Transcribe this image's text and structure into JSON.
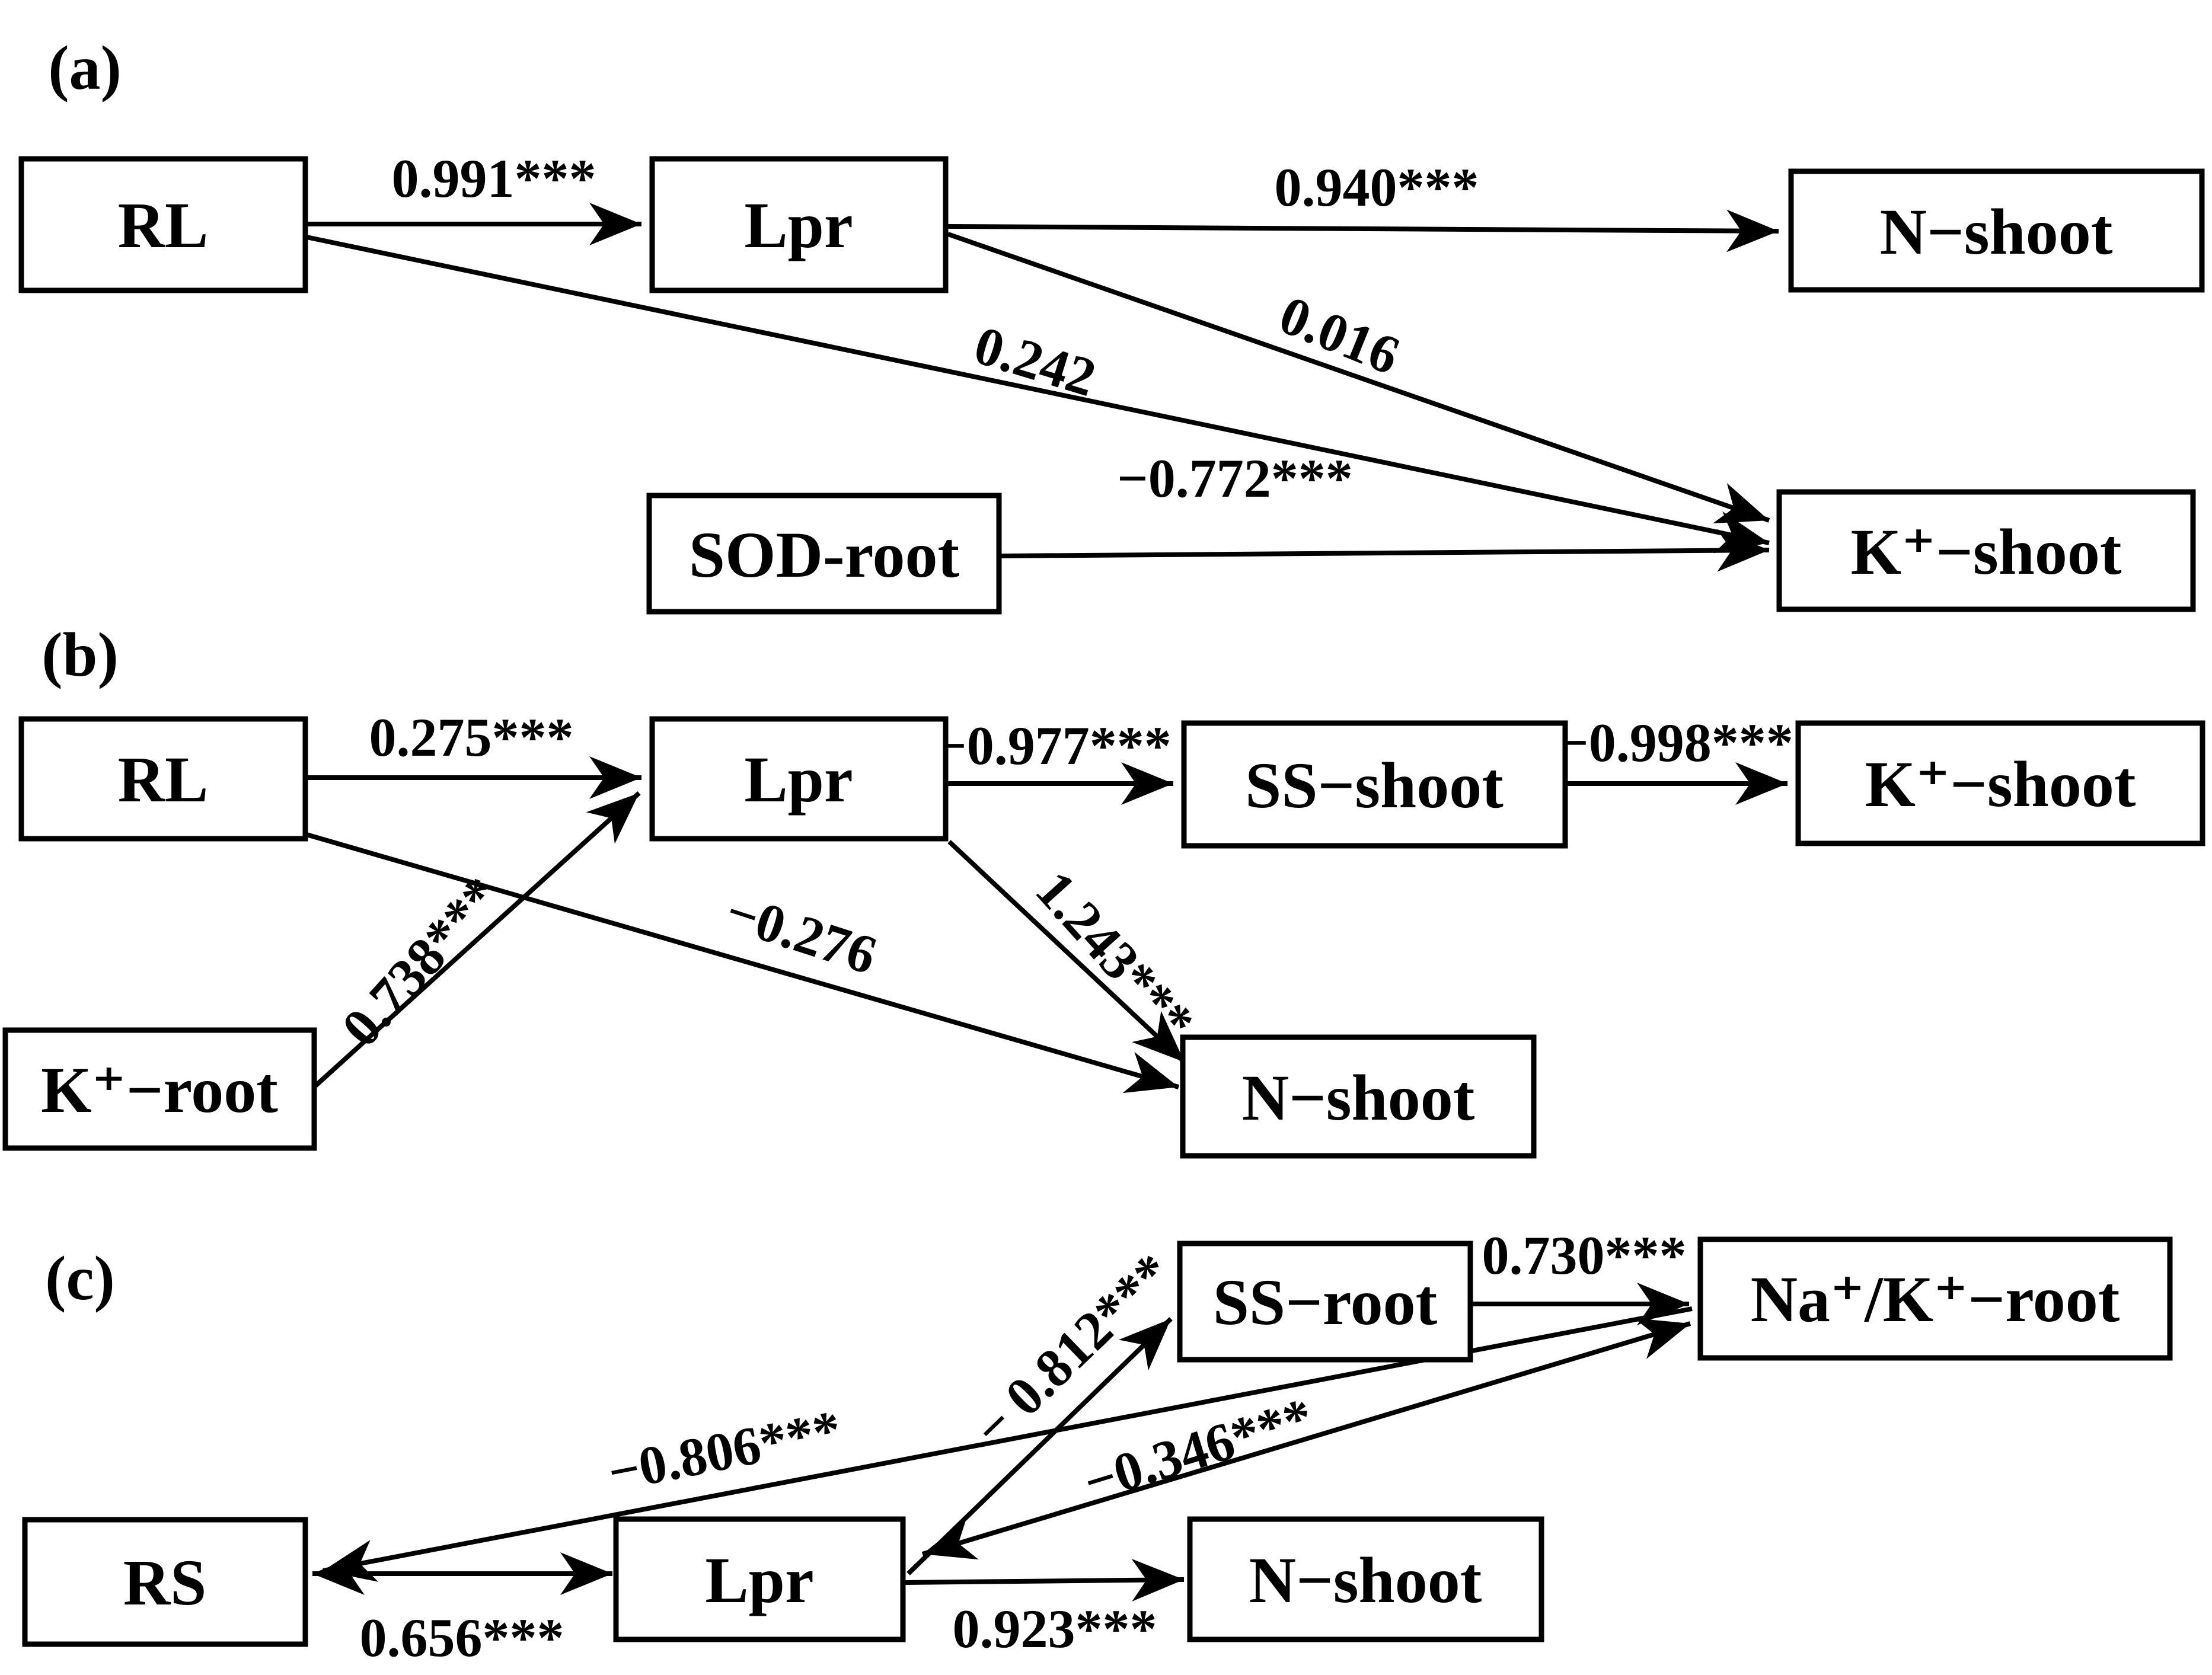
{
  "figure": {
    "background": "#ffffff",
    "line_color": "#000000",
    "type": "path-analysis-diagram"
  },
  "panels": {
    "a": {
      "label": "(a)",
      "nodes": {
        "rl": "RL",
        "lpr": "Lpr",
        "n_shoot": "N−shoot",
        "sod_root": "SOD-root",
        "k_shoot": "K⁺−shoot"
      },
      "edges": {
        "rl_to_lpr": "0.991***",
        "lpr_to_n_shoot": "0.940***",
        "lpr_to_k_shoot": "0.016",
        "rl_to_k_shoot": "0.242",
        "sod_root_to_k_shoot": "−0.772***"
      }
    },
    "b": {
      "label": "(b)",
      "nodes": {
        "rl": "RL",
        "lpr": "Lpr",
        "ss_shoot": "SS−shoot",
        "k_shoot": "K⁺−shoot",
        "k_root": "K⁺−root",
        "n_shoot": "N−shoot"
      },
      "edges": {
        "rl_to_lpr": "0.275***",
        "lpr_to_ss_shoot": "−0.977***",
        "ss_shoot_to_k_shoot": "−0.998***",
        "k_root_to_lpr": "0.738***",
        "rl_to_n_shoot": "−0.276",
        "lpr_to_n_shoot": "1.243***"
      }
    },
    "c": {
      "label": "(c)",
      "nodes": {
        "rs": "RS",
        "lpr": "Lpr",
        "n_shoot": "N−shoot",
        "ss_root": "SS−root",
        "na_k_root": "Na⁺/K⁺−root"
      },
      "edges": {
        "rs_lpr": "0.656***",
        "lpr_to_n_shoot": "0.923***",
        "lpr_to_ss_root": "− 0.812***",
        "ss_root_to_na_k_root": "0.730***",
        "na_k_root_to_rs": "−0.806***",
        "na_k_root_lpr": "−0.346***"
      }
    }
  }
}
